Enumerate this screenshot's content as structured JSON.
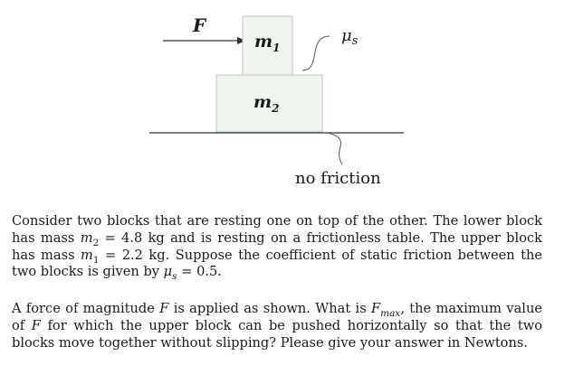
{
  "figure": {
    "force_label": "F",
    "upper_block_label": "m",
    "upper_block_sub": "1",
    "lower_block_label": "m",
    "lower_block_sub": "2",
    "friction_label": "μ",
    "friction_sub": "s",
    "table_label": "no friction",
    "colors": {
      "block_fill": "#eef5ef",
      "block_stroke": "#b8c6b8",
      "line": "#333333"
    }
  },
  "problem": {
    "p1": [
      {
        "t": "Consider two blocks that are resting one on top of the other. The lower block has mass "
      },
      {
        "t": "m",
        "m": true
      },
      {
        "t": "2",
        "sub": true
      },
      {
        "t": " = 4.8 kg and is resting on a frictionless table. The upper block has mass "
      },
      {
        "t": "m",
        "m": true
      },
      {
        "t": "1",
        "sub": true
      },
      {
        "t": " = 2.2 kg. Suppose the coefficient of static friction between the two blocks is given by "
      },
      {
        "t": "μ",
        "m": true
      },
      {
        "t": "s",
        "sub": true,
        "m": true
      },
      {
        "t": " = 0.5."
      }
    ],
    "p2": [
      {
        "t": "A force of magnitude "
      },
      {
        "t": "F",
        "m": true
      },
      {
        "t": " is applied as shown. What is "
      },
      {
        "t": "F",
        "m": true
      },
      {
        "t": "max",
        "sub": true,
        "m": true
      },
      {
        "t": ", the maximum value of "
      },
      {
        "t": "F",
        "m": true
      },
      {
        "t": " for which the upper block can be pushed horizontally so that the two blocks move together without slipping? Please give your answer in Newtons."
      }
    ]
  }
}
